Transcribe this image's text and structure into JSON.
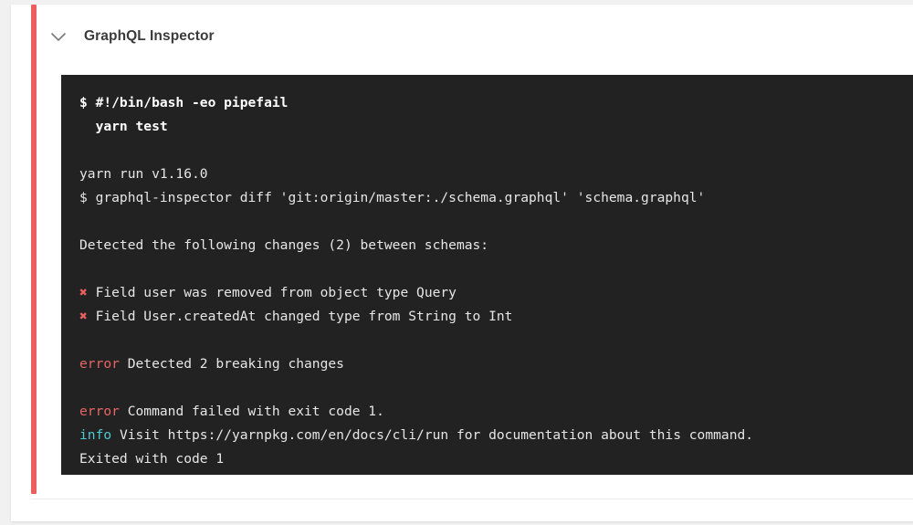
{
  "theme": {
    "page_background": "#f1f1f1",
    "card_background": "#ffffff",
    "status_accent": "#ec5f5f",
    "terminal_background": "#222222",
    "terminal_text": "#e6e6e6",
    "error_color": "#e86464",
    "info_color": "#4ec8d4",
    "title_color": "#3b3b3b"
  },
  "step": {
    "title": "GraphQL Inspector",
    "collapse_icon": "chevron-down-icon",
    "status": "failed"
  },
  "terminal": {
    "lines": [
      {
        "id": "l1",
        "type": "command",
        "text": "$ #!/bin/bash -eo pipefail"
      },
      {
        "id": "l2",
        "type": "command",
        "text": "  yarn test"
      },
      {
        "id": "l3",
        "type": "blank",
        "text": " "
      },
      {
        "id": "l4",
        "type": "output",
        "text": "yarn run v1.16.0"
      },
      {
        "id": "l5",
        "type": "output",
        "text": "$ graphql-inspector diff 'git:origin/master:./schema.graphql' 'schema.graphql'"
      },
      {
        "id": "l6",
        "type": "blank",
        "text": " "
      },
      {
        "id": "l7",
        "type": "output",
        "text": "Detected the following changes (2) between schemas:"
      },
      {
        "id": "l8",
        "type": "blank",
        "text": " "
      },
      {
        "id": "l9",
        "type": "marked",
        "marker": "✖",
        "text": " Field user was removed from object type Query"
      },
      {
        "id": "l10",
        "type": "marked",
        "marker": "✖",
        "text": " Field User.createdAt changed type from String to Int"
      },
      {
        "id": "l11",
        "type": "blank",
        "text": " "
      },
      {
        "id": "l12",
        "type": "labeled",
        "label": "error",
        "label_kind": "error",
        "text": " Detected 2 breaking changes"
      },
      {
        "id": "l13",
        "type": "blank",
        "text": " "
      },
      {
        "id": "l14",
        "type": "labeled",
        "label": "error",
        "label_kind": "error",
        "text": " Command failed with exit code 1."
      },
      {
        "id": "l15",
        "type": "labeled",
        "label": "info",
        "label_kind": "info",
        "text": " Visit https://yarnpkg.com/en/docs/cli/run for documentation about this command."
      },
      {
        "id": "l16",
        "type": "output",
        "text": "Exited with code 1"
      }
    ]
  }
}
